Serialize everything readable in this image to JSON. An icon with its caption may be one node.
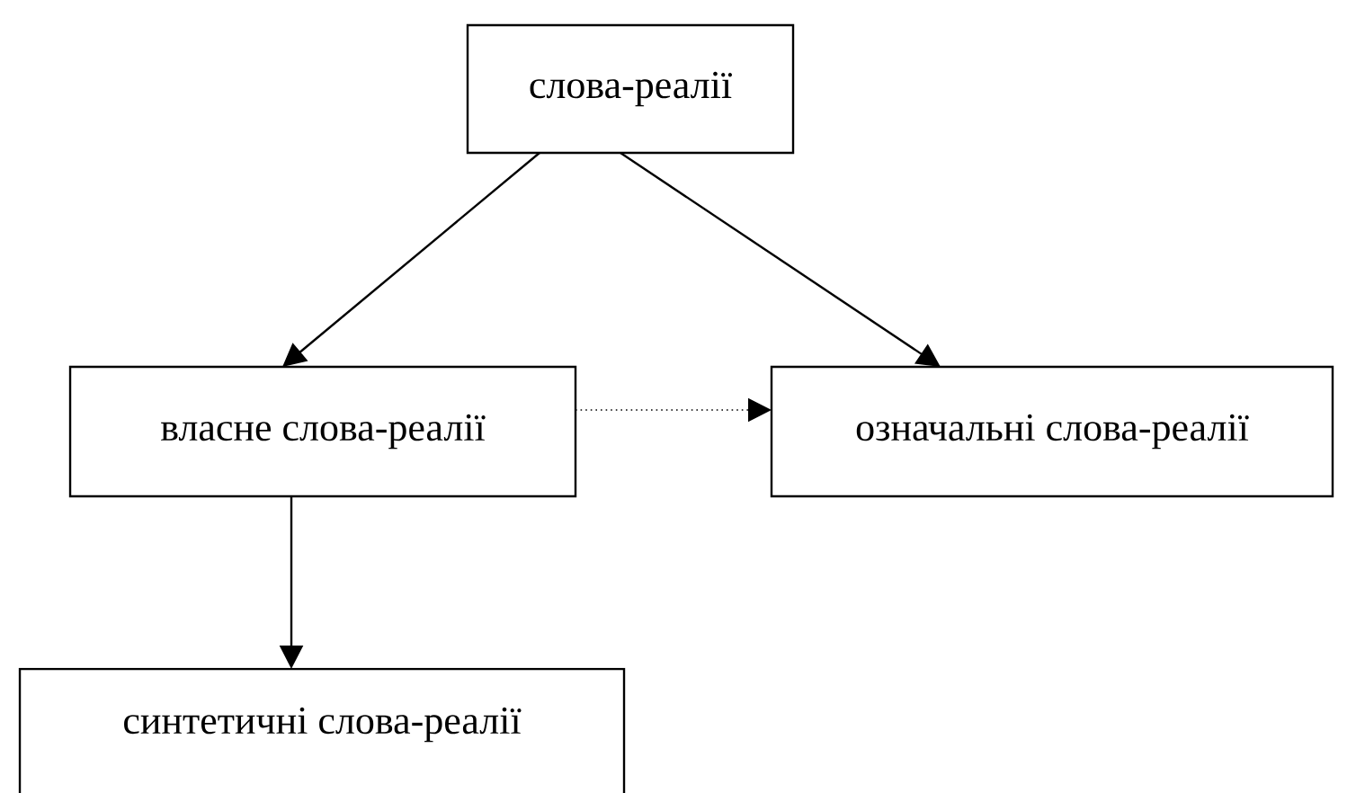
{
  "diagram": {
    "nodes": [
      {
        "text": [
          "слова-реалії"
        ]
      },
      {
        "text": [
          "власне слова-реалії"
        ]
      },
      {
        "text": [
          "означальні слова-реалії"
        ]
      },
      {
        "text": [
          "синтетичні слова-реалії"
        ]
      }
    ],
    "edges": [
      {
        "from": 0,
        "to": 1,
        "arrow": "to"
      },
      {
        "from": 0,
        "to": 2,
        "arrow": "to"
      },
      {
        "from": 1,
        "to": 2,
        "arrow": "to",
        "style": "dashed"
      },
      {
        "from": 1,
        "to": 3,
        "arrow": "to"
      }
    ]
  }
}
